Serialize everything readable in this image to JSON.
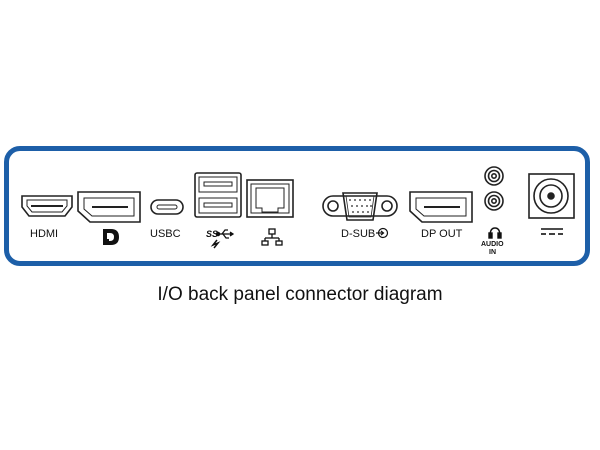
{
  "ports": {
    "hdmi": "HDMI",
    "usbc": "USBC",
    "dsub": "D-SUB",
    "dpout": "DP OUT",
    "audio_line1": "AUDIO",
    "audio_line2": "IN"
  },
  "caption": "I/O back panel connector diagram",
  "icons": {
    "displayport_in": "displayport-logo-icon",
    "usb_superspeed": "usb-superspeed-charging-icon",
    "ethernet": "network-icon",
    "dsub_input": "input-arrow-icon",
    "headphone": "headphone-icon",
    "dc_power": "dc-power-icon"
  },
  "colors": {
    "frame": "#1d5fa8",
    "line": "#222222"
  }
}
